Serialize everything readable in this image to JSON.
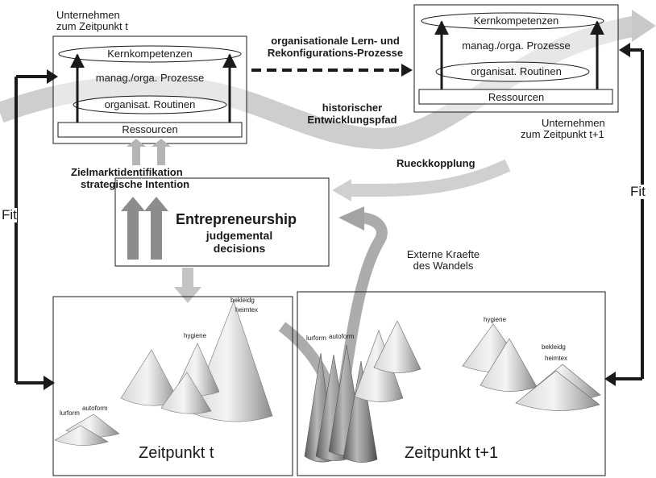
{
  "company_t": {
    "caption_line1": "Unternehmen",
    "caption_line2": "zum Zeitpunkt t",
    "layers": [
      "Kernkompetenzen",
      "manag./orga. Prozesse",
      "organisat. Routinen",
      "Ressourcen"
    ]
  },
  "company_t1": {
    "caption_line1": "Unternehmen",
    "caption_line2": "zum Zeitpunkt t+1",
    "layers": [
      "Kernkompetenzen",
      "manag./orga. Prozesse",
      "organisat. Routinen",
      "Ressourcen"
    ]
  },
  "learning_label": {
    "line1": "organisationale Lern- und",
    "line2": "Rekonfigurations-Prozesse"
  },
  "path_label": {
    "line1": "historischer",
    "line2": "Entwicklungspfad"
  },
  "feedback_label": "Rueckkopplung",
  "target_label": {
    "line1": "Zielmarktidentifikation",
    "line2": "strategische Intention"
  },
  "entrepreneurship": {
    "title": "Entrepreneurship",
    "line1": "judgemental",
    "line2": "decisions"
  },
  "external_forces": {
    "line1": "Externe Kraefte",
    "line2": "des Wandels"
  },
  "fit_left": "Fit",
  "fit_right": "Fit",
  "panel_t": {
    "title": "Zeitpunkt t",
    "cone_labels": [
      "bekleidg",
      "heimtex",
      "hygiene",
      "autoform",
      "lurform"
    ]
  },
  "panel_t1": {
    "title": "Zeitpunkt t+1",
    "cone_labels": [
      "lurform",
      "autoform",
      "hygiene",
      "bekleidg",
      "heimtex"
    ]
  },
  "colors": {
    "ink": "#1a1a1a",
    "grey_arrow": "#bdbdbd",
    "dark_grey_arrow": "#8c8c8c",
    "cone_light": "#f2f2f2",
    "cone_dark": "#6e6e6e"
  }
}
